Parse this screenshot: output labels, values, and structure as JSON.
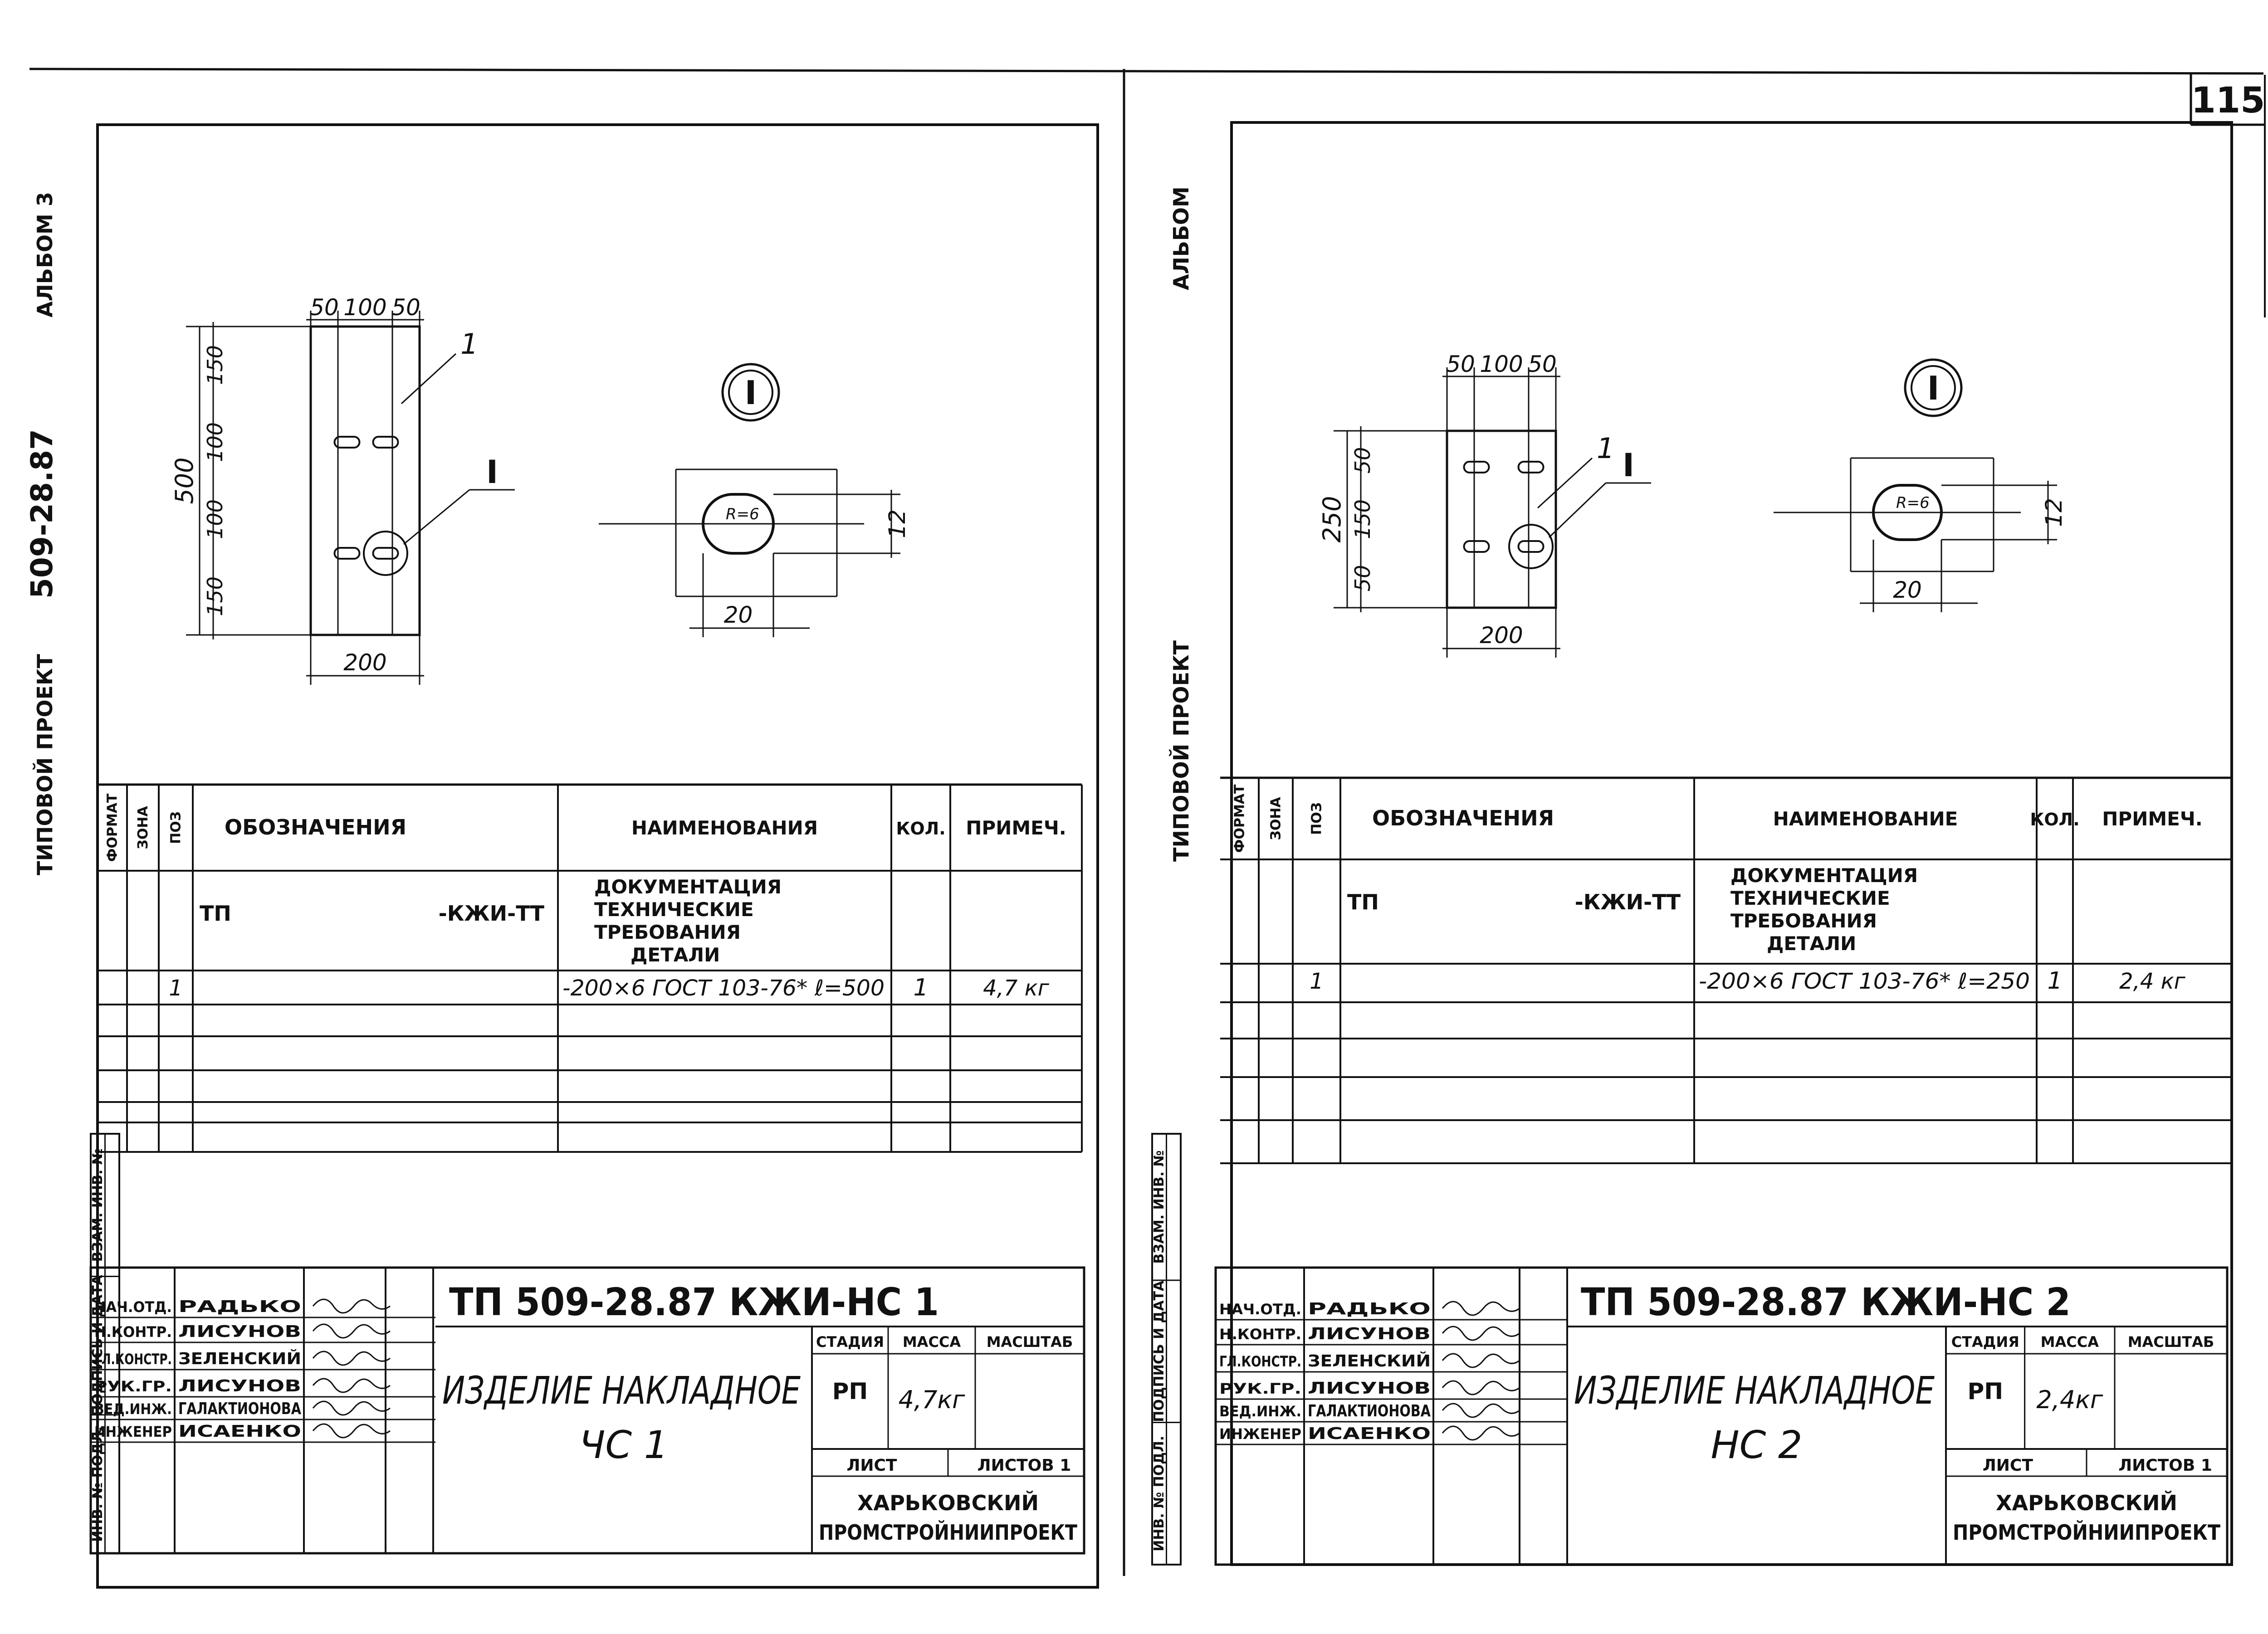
{
  "page_number": "115",
  "sheets": [
    {
      "album_label": "АЛЬБОМ 3",
      "project_label": "ТИПОВОЙ ПРОЕКТ",
      "project_number": "509-28.87",
      "plan": {
        "top_dims": [
          "50",
          "100",
          "50"
        ],
        "height_total": "500",
        "left_dims": [
          "150",
          "100",
          "100",
          "150"
        ],
        "bottom_dim": "200",
        "pos_label": "1",
        "detail_label": "I"
      },
      "detail": {
        "marker": "I",
        "radius": "R=6",
        "width": "20",
        "height": "12"
      },
      "spec": {
        "headers": [
          "ФОРМАТ",
          "ЗОНА",
          "ПОЗ",
          "ОБОЗНАЧЕНИЯ",
          "НАИМЕНОВАНИЯ",
          "КОЛ.",
          "ПРИМЕЧ."
        ],
        "doc_code_left": "ТП",
        "doc_code_right": "-КЖИ-ТТ",
        "doc_lines": [
          "ДОКУМЕНТАЦИЯ",
          "ТЕХНИЧЕСКИЕ",
          "ТРЕБОВАНИЯ",
          "ДЕТАЛИ"
        ],
        "row_pos": "1",
        "row_name": "-200×6 ГОСТ 103-76* ℓ=500",
        "row_qty": "1",
        "row_note": "4,7 кг"
      },
      "side_stamp": [
        "ИНВ. № ПОДЛ.",
        "ПОДПИСЬ И ДАТА",
        "ВЗАМ. ИНВ. №"
      ],
      "title_block": {
        "code": "ТП   509-28.87  КЖИ-НС 1",
        "roles": [
          "НАЧ.ОТД.",
          "Н.КОНТР.",
          "ГЛ.КОНСТР.",
          "РУК.ГР.",
          "ВЕД.ИНЖ.",
          "ИНЖЕНЕР"
        ],
        "names": [
          "РАДЬКО",
          "ЛИСУНОВ",
          "ЗЕЛЕНСКИЙ",
          "ЛИСУНОВ",
          "ГАЛАКТИОНОВА",
          "ИСАЕНКО"
        ],
        "title_line1": "ИЗДЕЛИЕ  НАКЛАДНОЕ",
        "title_line2": "ЧС 1",
        "stage_header": "СТАДИЯ",
        "mass_header": "МАССА",
        "scale_header": "МАСШТАБ",
        "stage": "РП",
        "mass": "4,7кг",
        "sheet_header": "ЛИСТ",
        "sheets_header": "ЛИСТОВ",
        "sheets_count": "1",
        "org_line1": "ХАРЬКОВСКИЙ",
        "org_line2": "ПРОМСТРОЙНИИПРОЕКТ"
      }
    },
    {
      "album_label": "АЛЬБОМ",
      "project_label": "ТИПОВОЙ ПРОЕКТ",
      "project_number": "",
      "plan": {
        "top_dims": [
          "50",
          "100",
          "50"
        ],
        "height_total": "250",
        "left_dims": [
          "50",
          "150",
          "50"
        ],
        "bottom_dim": "200",
        "pos_label": "1",
        "detail_label": "I"
      },
      "detail": {
        "marker": "I",
        "radius": "R=6",
        "width": "20",
        "height": "12"
      },
      "spec": {
        "headers": [
          "ФОРМАТ",
          "ЗОНА",
          "ПОЗ",
          "ОБОЗНАЧЕНИЯ",
          "НАИМЕНОВАНИЕ",
          "КОЛ.",
          "ПРИМЕЧ."
        ],
        "doc_code_left": "ТП",
        "doc_code_right": "-КЖИ-ТТ",
        "doc_lines": [
          "ДОКУМЕНТАЦИЯ",
          "ТЕХНИЧЕСКИЕ",
          "ТРЕБОВАНИЯ",
          "ДЕТАЛИ"
        ],
        "row_pos": "1",
        "row_name": "-200×6 ГОСТ 103-76* ℓ=250",
        "row_qty": "1",
        "row_note": "2,4 кг"
      },
      "side_stamp": [
        "ИНВ. № ПОДЛ.",
        "ПОДПИСЬ И ДАТА",
        "ВЗАМ. ИНВ. №"
      ],
      "title_block": {
        "code": "ТП   509-28.87  КЖИ-НС 2",
        "roles": [
          "НАЧ.ОТД.",
          "Н.КОНТР.",
          "ГЛ.КОНСТР.",
          "РУК.ГР.",
          "ВЕД.ИНЖ.",
          "ИНЖЕНЕР"
        ],
        "names": [
          "РАДЬКО",
          "ЛИСУНОВ",
          "ЗЕЛЕНСКИЙ",
          "ЛИСУНОВ",
          "ГАЛАКТИОНОВА",
          "ИСАЕНКО"
        ],
        "title_line1": "ИЗДЕЛИЕ  НАКЛАДНОЕ",
        "title_line2": "НС 2",
        "stage_header": "СТАДИЯ",
        "mass_header": "МАССА",
        "scale_header": "МАСШТАБ",
        "stage": "РП",
        "mass": "2,4кг",
        "sheet_header": "ЛИСТ",
        "sheets_header": "ЛИСТОВ",
        "sheets_count": "1",
        "org_line1": "ХАРЬКОВСКИЙ",
        "org_line2": "ПРОМСТРОЙНИИПРОЕКТ"
      }
    }
  ]
}
